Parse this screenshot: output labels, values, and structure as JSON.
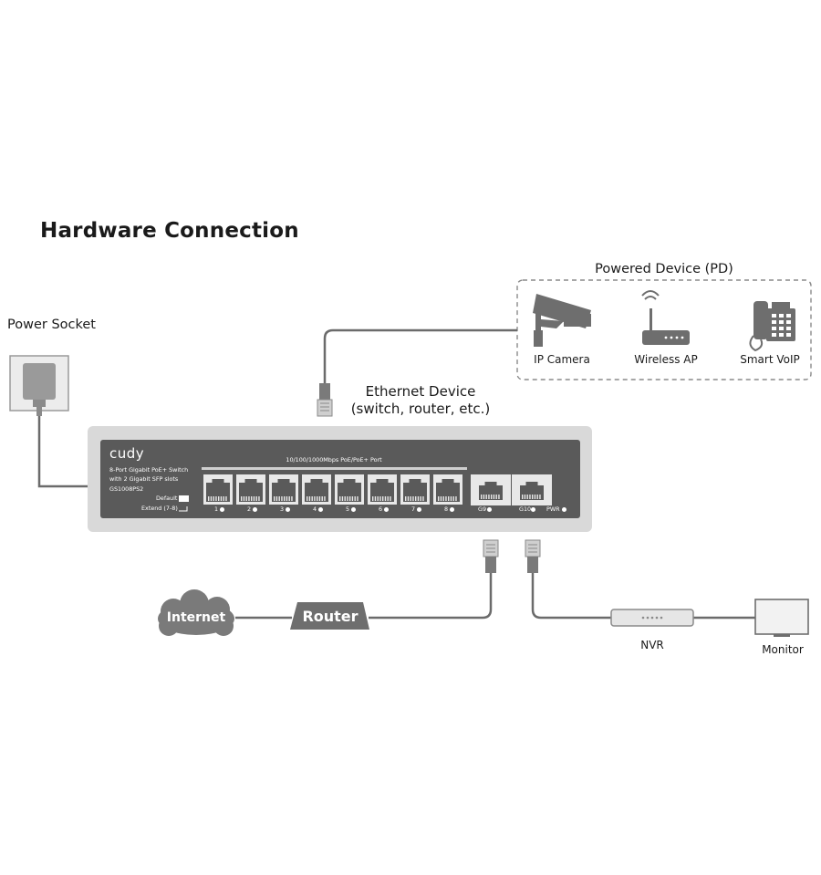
{
  "title": "Hardware Connection",
  "labels": {
    "power_socket": "Power Socket",
    "powered_device": "Powered Device (PD)",
    "ip_camera": "IP Camera",
    "wireless_ap": "Wireless AP",
    "smart_voip": "Smart VoIP",
    "ethernet_device_line1": "Ethernet Device",
    "ethernet_device_line2": "(switch, router, etc.)",
    "internet": "Internet",
    "router": "Router",
    "nvr": "NVR",
    "monitor": "Monitor"
  },
  "switch": {
    "brand": "cudy",
    "desc_line1": "8-Port Gigabit PoE+ Switch",
    "desc_line2": "with 2 Gigabit SFP slots",
    "model": "GS1008PS2",
    "default_label": "Default",
    "extend_label": "Extend (7-8)",
    "port_header": "10/100/1000Mbps PoE/PoE+ Port",
    "ports": [
      "1",
      "2",
      "3",
      "4",
      "5",
      "6",
      "7",
      "8"
    ],
    "sfp_ports": [
      "G9",
      "G10"
    ],
    "pwr_label": "PWR"
  },
  "colors": {
    "switch_body": "#5a5a5a",
    "switch_frame": "#d9d9d9",
    "cable": "#6b6b6b",
    "device_gray": "#7a7a7a"
  }
}
